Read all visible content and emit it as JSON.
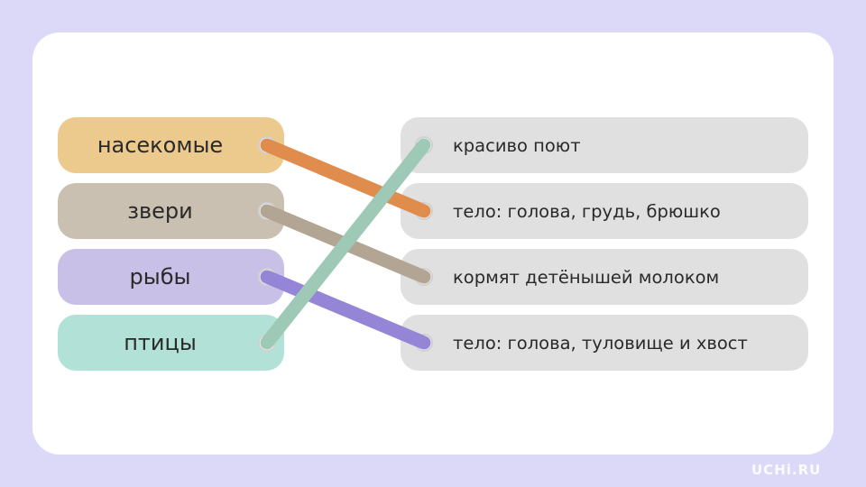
{
  "left_items": [
    {
      "label": "насекомые",
      "color": "#ecc98c"
    },
    {
      "label": "звери",
      "color": "#c9c0b1"
    },
    {
      "label": "рыбы",
      "color": "#c9c0e8"
    },
    {
      "label": "птицы",
      "color": "#b1e1d7"
    }
  ],
  "right_items": [
    {
      "label": "красиво поют"
    },
    {
      "label": "тело: голова, грудь, брюшко"
    },
    {
      "label": "кормят детёнышей молоком"
    },
    {
      "label": "тело: голова, туловище и хвост"
    }
  ],
  "connections": [
    {
      "from": 0,
      "to": 1,
      "color": "#df8c4c"
    },
    {
      "from": 1,
      "to": 2,
      "color": "#b3a593"
    },
    {
      "from": 2,
      "to": 3,
      "color": "#9585d6"
    },
    {
      "from": 3,
      "to": 0,
      "color": "#9dc9b6"
    }
  ],
  "logo": "UCHi.RU"
}
